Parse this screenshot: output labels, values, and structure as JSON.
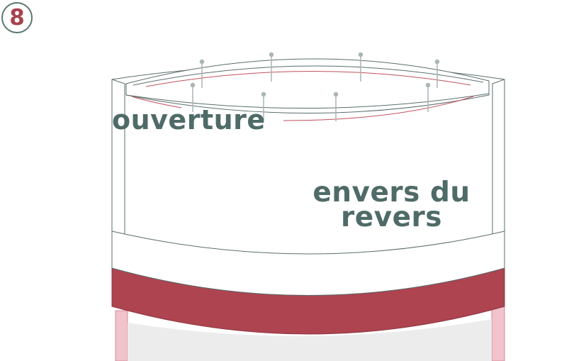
{
  "step": {
    "number": "8"
  },
  "labels": {
    "opening": "ouverture",
    "cuff_wrong_side_line1": "envers du",
    "cuff_wrong_side_line2": "revers"
  },
  "colors": {
    "outline": "#5a6e6c",
    "stitch_line": "#c0505a",
    "band_red": "#ad4450",
    "lining_pink": "#f1c3cc",
    "text_teal": "#4f6b68",
    "pin": "#a9b6b4"
  }
}
